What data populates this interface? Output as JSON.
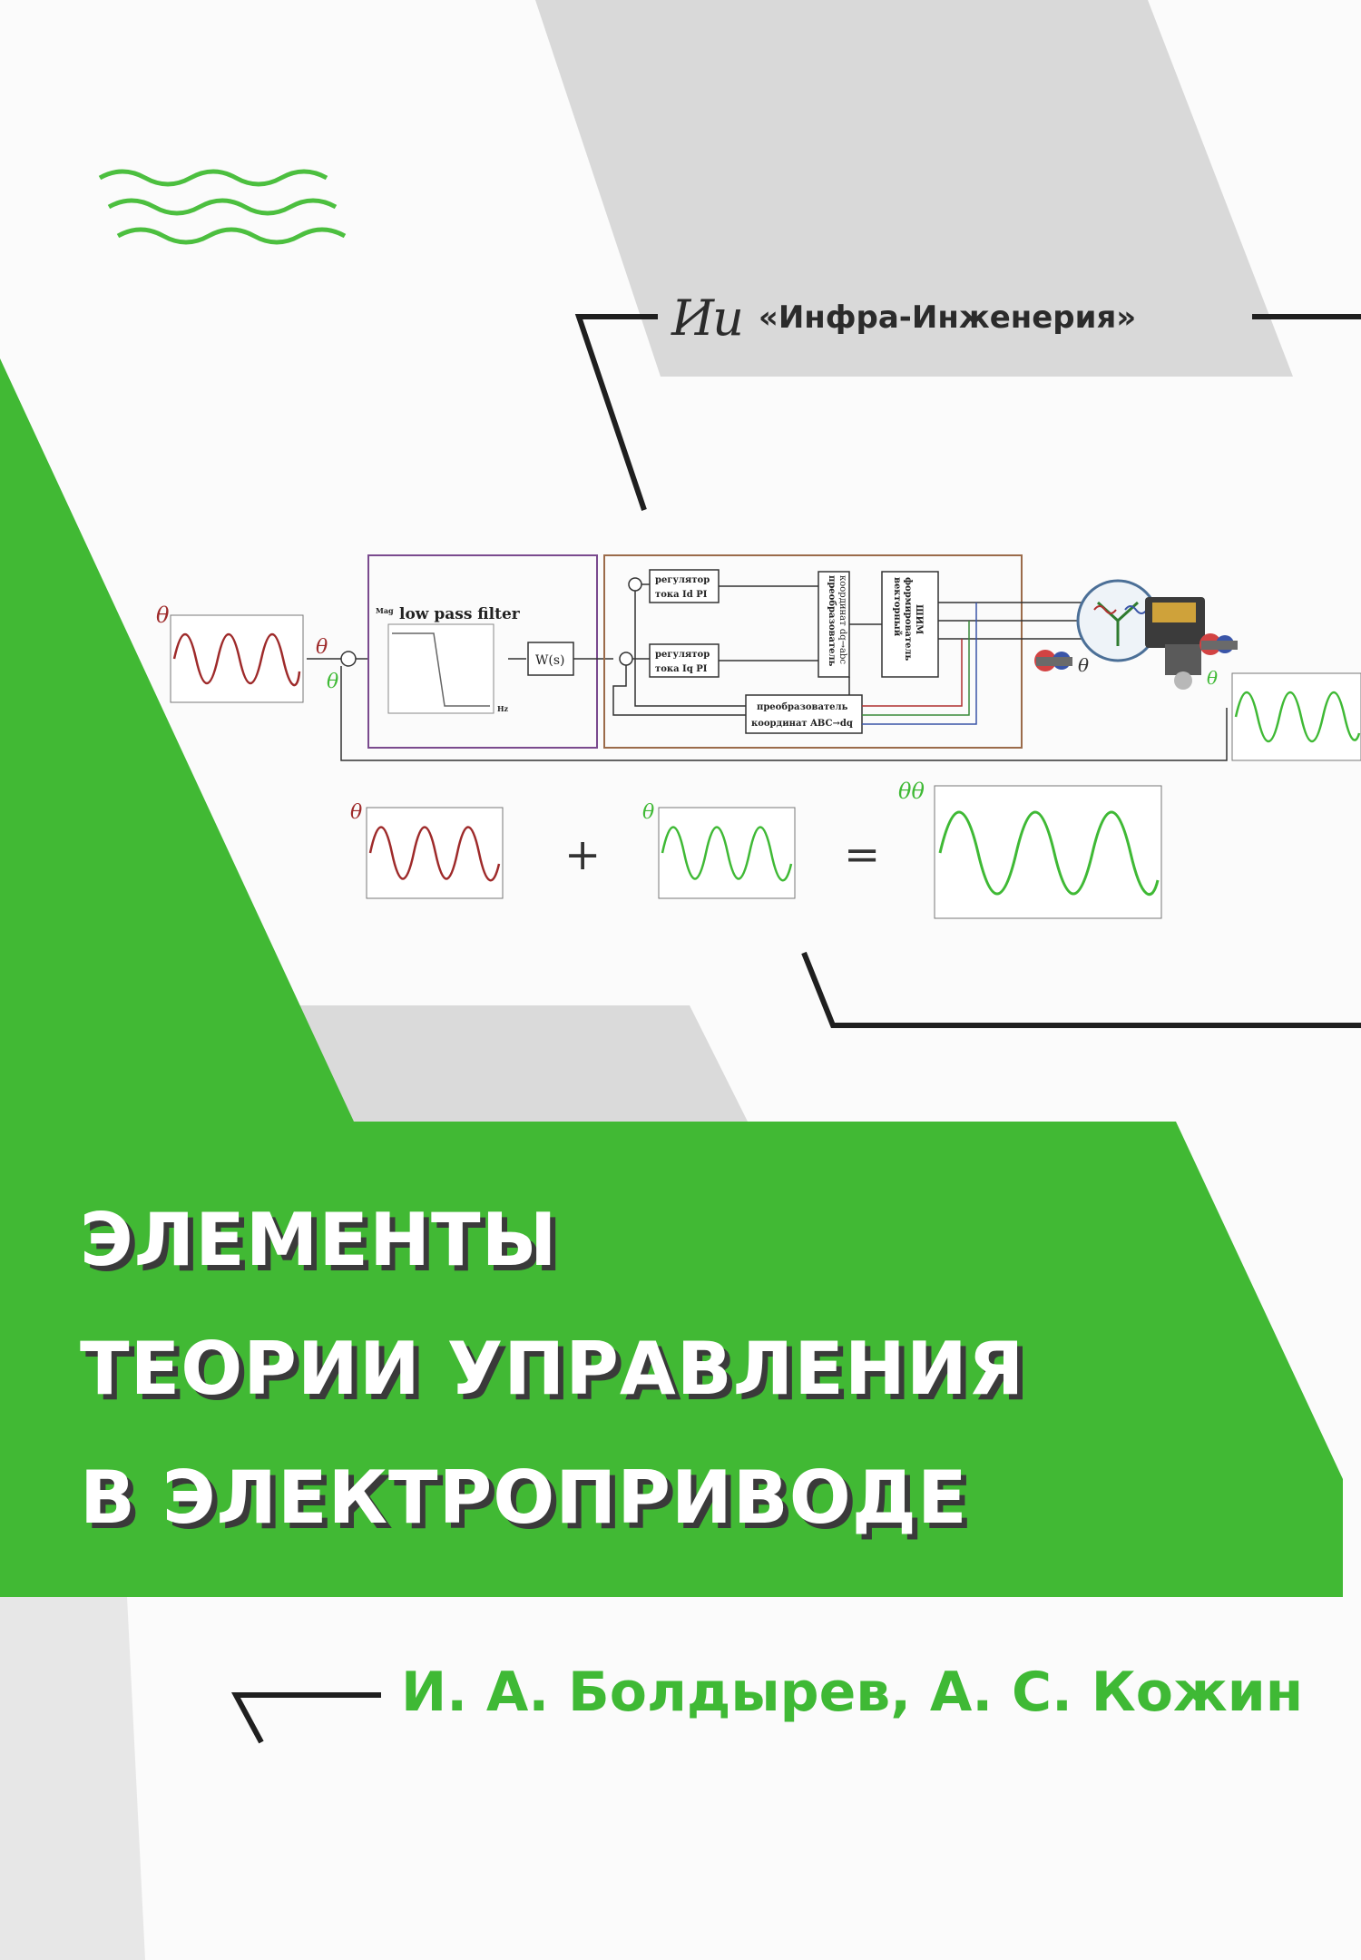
{
  "publisher": {
    "logo_text": "Ии",
    "name": "«Инфра-Инженерия»"
  },
  "diagram": {
    "theta": "θ",
    "theta_double": "θθ",
    "filter_title": "low pass filter",
    "filter_axis_y": "Mag",
    "filter_axis_x": "Hz",
    "transfer_block": "W(s)",
    "reg_d_line1": "регулятор",
    "reg_d_line2": "тока Id PI",
    "reg_q_line1": "регулятор",
    "reg_q_line2": "тока Iq PI",
    "conv_dq_abc_line1": "преобразователь",
    "conv_dq_abc_line2": "координат dq→abc",
    "pwm_line1": "векторный",
    "pwm_line2": "формирователь",
    "pwm_line3": "ШИМ",
    "conv_abc_dq_line1": "преобразователь",
    "conv_abc_dq_line2": "координат ABC→dq",
    "plus_sign": "+",
    "equals_sign": "="
  },
  "title": {
    "line1": "ЭЛЕМЕНТЫ",
    "line2": "ТЕОРИИ УПРАВЛЕНИЯ",
    "line3": "В ЭЛЕКТРОПРИВОДЕ"
  },
  "authors": "И. А. Болдырев, А. С. Кожин",
  "colors": {
    "green": "#41b934",
    "light_green": "#4cbf3f",
    "gray_shape": "#d9d9d9",
    "dark": "#2b2b2b",
    "signal_red": "#9e2a2a",
    "signal_green": "#3fb935"
  },
  "icons": [
    "wave-lines-icon",
    "motor-icon",
    "encoder-icon"
  ]
}
